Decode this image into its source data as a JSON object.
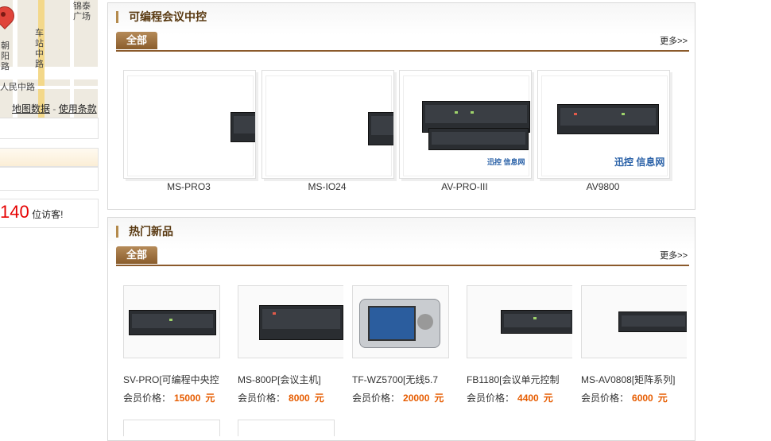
{
  "map": {
    "labels": [
      "锦泰广场",
      "车",
      "站",
      "中",
      "路",
      "朝",
      "阳",
      "路",
      "人民中路"
    ],
    "links": {
      "map_data": "地图数据",
      "sep": "-",
      "terms": "使用条款"
    }
  },
  "visitors": {
    "count": "140",
    "text": "位访客!"
  },
  "panel1": {
    "title": "可编程会议中控",
    "tab": "全部",
    "more": "更多>>",
    "items": [
      {
        "name": "MS-PRO3"
      },
      {
        "name": "MS-IO24"
      },
      {
        "name": "AV-PRO-III",
        "watermark": "迅控 信息网"
      },
      {
        "name": "AV9800",
        "watermark": "迅控 信息网"
      }
    ]
  },
  "panel2": {
    "title": "热门新品",
    "tab": "全部",
    "more": "更多>>",
    "price_label": "会员价格：",
    "currency": "元",
    "items": [
      {
        "name": "SV-PRO[可编程中央控",
        "price": "15000"
      },
      {
        "name": "MS-800P[会议主机]",
        "price": "8000"
      },
      {
        "name": "TF-WZ5700[无线5.7",
        "price": "20000"
      },
      {
        "name": "FB1180[会议单元控制",
        "price": "4400"
      },
      {
        "name": "MS-AV0808[矩阵系列]",
        "price": "6000"
      }
    ]
  }
}
